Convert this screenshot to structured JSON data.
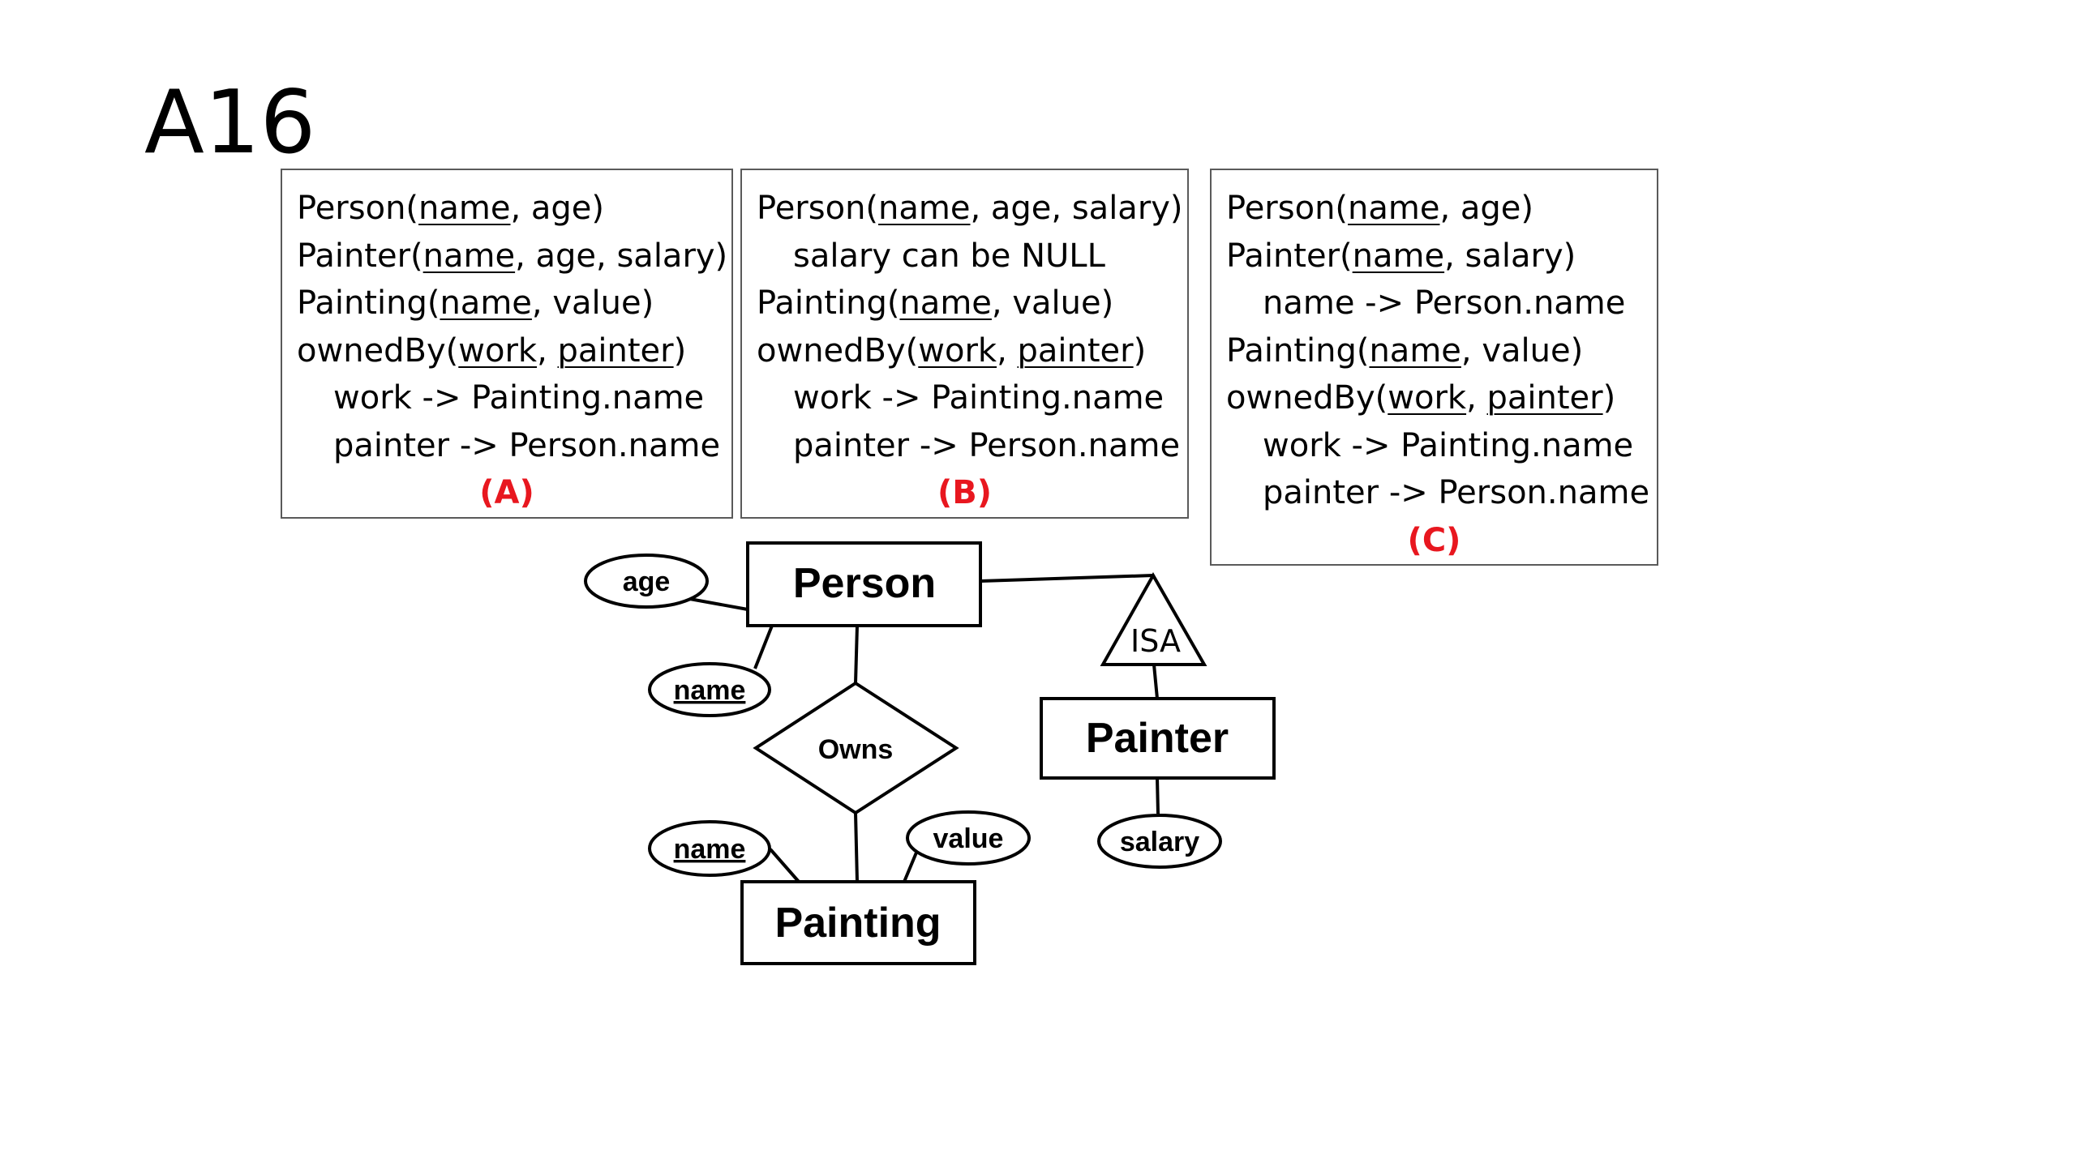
{
  "slide": {
    "title": "A16"
  },
  "schemas": [
    {
      "label": "(A)",
      "lines": [
        {
          "parts": [
            "Person(",
            "name",
            ", age)"
          ],
          "underlined": [
            1
          ]
        },
        {
          "parts": [
            "Painter(",
            "name",
            ", age, salary)"
          ],
          "underlined": [
            1
          ]
        },
        {
          "parts": [
            "Painting(",
            "name",
            ", value)"
          ],
          "underlined": [
            1
          ]
        },
        {
          "parts": [
            "ownedBy(",
            "work",
            ", ",
            "painter",
            ")"
          ],
          "underlined": [
            1,
            3
          ]
        },
        {
          "parts": [
            "work -> Painting.name"
          ],
          "underlined": [],
          "indent": true
        },
        {
          "parts": [
            "painter -> Person.name"
          ],
          "underlined": [],
          "indent": true
        }
      ]
    },
    {
      "label": "(B)",
      "lines": [
        {
          "parts": [
            "Person(",
            "name",
            ", age, salary)"
          ],
          "underlined": [
            1
          ]
        },
        {
          "parts": [
            "salary can be NULL"
          ],
          "underlined": [],
          "indent": true
        },
        {
          "parts": [
            "Painting(",
            "name",
            ", value)"
          ],
          "underlined": [
            1
          ]
        },
        {
          "parts": [
            "ownedBy(",
            "work",
            ", ",
            "painter",
            ")"
          ],
          "underlined": [
            1,
            3
          ]
        },
        {
          "parts": [
            "work -> Painting.name"
          ],
          "underlined": [],
          "indent": true
        },
        {
          "parts": [
            "painter -> Person.name"
          ],
          "underlined": [],
          "indent": true
        }
      ]
    },
    {
      "label": "(C)",
      "lines": [
        {
          "parts": [
            "Person(",
            "name",
            ", age)"
          ],
          "underlined": [
            1
          ]
        },
        {
          "parts": [
            "Painter(",
            "name",
            ", salary)"
          ],
          "underlined": [
            1
          ]
        },
        {
          "parts": [
            "name -> Person.name"
          ],
          "underlined": [],
          "indent": true
        },
        {
          "parts": [
            "Painting(",
            "name",
            ", value)"
          ],
          "underlined": [
            1
          ]
        },
        {
          "parts": [
            "ownedBy(",
            "work",
            ", ",
            "painter",
            ")"
          ],
          "underlined": [
            1,
            3
          ]
        },
        {
          "parts": [
            "work -> Painting.name"
          ],
          "underlined": [],
          "indent": true
        },
        {
          "parts": [
            "painter -> Person.name"
          ],
          "underlined": [],
          "indent": true
        }
      ]
    }
  ],
  "er": {
    "entities": {
      "person": "Person",
      "painter": "Painter",
      "painting": "Painting"
    },
    "relationship": "Owns",
    "isa": "ISA",
    "attributes": {
      "person_age": "age",
      "person_name": "name",
      "painting_name": "name",
      "painting_value": "value",
      "painter_salary": "salary"
    }
  },
  "colors": {
    "label": "#e8171f",
    "border": "#5a5a5a",
    "line": "#000000"
  }
}
